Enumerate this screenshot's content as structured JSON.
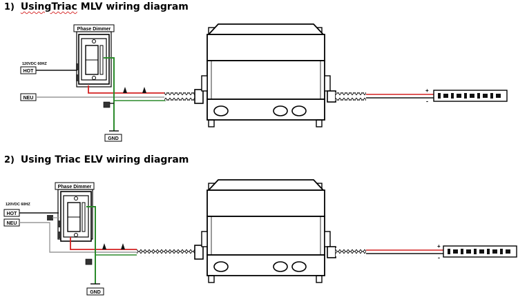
{
  "diagram1": {
    "number": "1)",
    "title_word1": "UsingTriac",
    "title_rest": "MLV wiring diagram",
    "dimmer_label": "Phase Dimmer",
    "supply_label": "120VDC 60HZ",
    "hot_label": "HOT",
    "neu_label": "NEU",
    "gnd_label": "GND",
    "plus_label": "+",
    "minus_label": "-"
  },
  "diagram2": {
    "number": "2)",
    "title": "Using Triac ELV wiring diagram",
    "dimmer_label": "Phase Dimmer",
    "supply_label": "120VDC 60HZ",
    "hot_label": "HOT",
    "neu_label": "NEU",
    "gnd_label": "GND",
    "plus_label": "+",
    "minus_label": "-"
  },
  "colors": {
    "wire_red": "#d42020",
    "wire_green": "#2a8a2a",
    "wire_black": "#111111",
    "wire_gray": "#999999"
  }
}
